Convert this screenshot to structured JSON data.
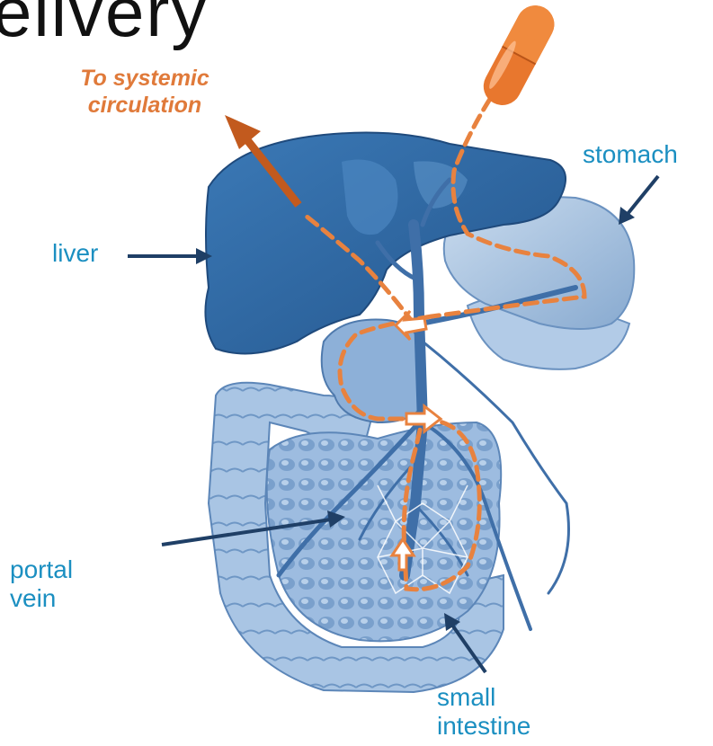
{
  "slide": {
    "title_fragment": "elivery",
    "circulation_label_line1": "To systemic",
    "circulation_label_line2": "circulation",
    "labels": {
      "stomach": "stomach",
      "liver": "liver",
      "portal_line1": "portal",
      "portal_line2": "vein",
      "small_line1": "small",
      "small_line2": "intestine"
    }
  },
  "colors": {
    "organ_blue": "#2f6aa6",
    "organ_light": "#8fb3d8",
    "pathway_orange": "#e8823f",
    "label_blue": "#1b8fc1",
    "arrow_navy": "#1f3f66"
  },
  "icons": [
    "pill-capsule-icon",
    "up-arrow-icon",
    "right-arrow-icon"
  ]
}
